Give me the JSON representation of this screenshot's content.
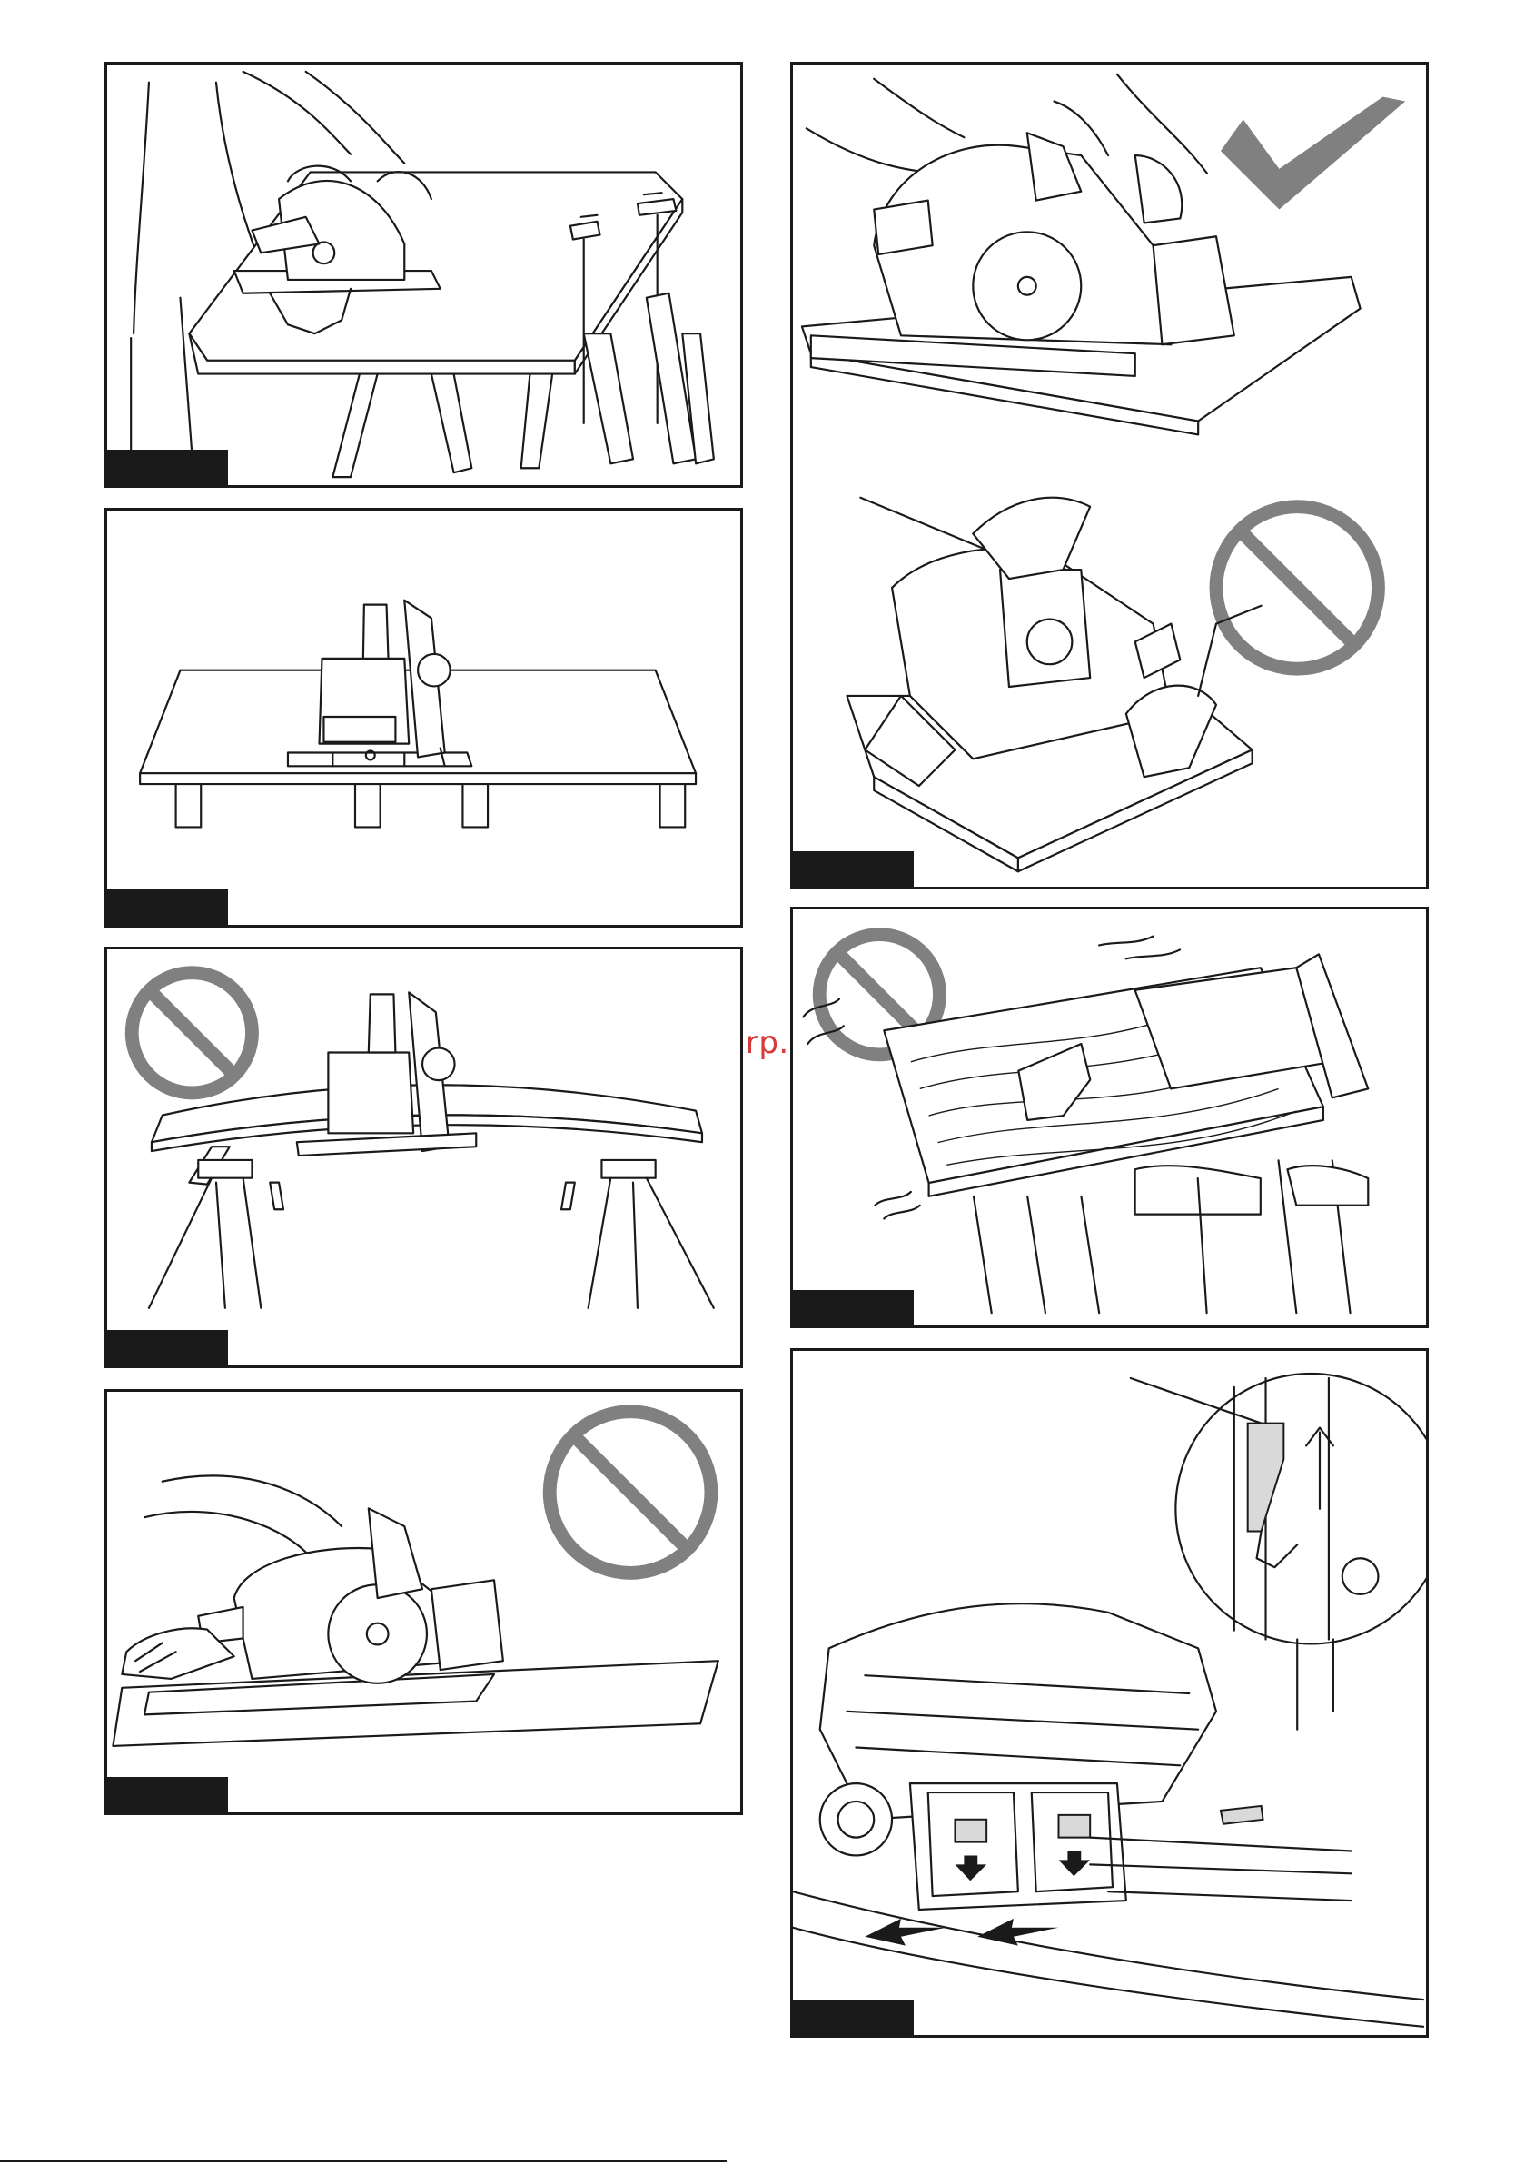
{
  "watermark": "McGrp.Ru",
  "colors": {
    "line": "#1a1a1a",
    "prohibition_sign": "#808080",
    "check_mark": "#808080",
    "watermark": "#d63a3a",
    "figure_tab": "#1a1a1a"
  },
  "figures": [
    {
      "id": "fig-1",
      "description_icon": "saw-cutting-clamped-board-on-sawhorses",
      "sign": "none"
    },
    {
      "id": "fig-2",
      "description_icon": "board-supported-near-cut-line",
      "sign": "none"
    },
    {
      "id": "fig-3",
      "description_icon": "board-sagging-between-supports",
      "sign": "prohibition-icon"
    },
    {
      "id": "fig-4",
      "description_icon": "hand-in-front-of-saw",
      "sign": "prohibition-icon"
    },
    {
      "id": "fig-5",
      "description_icon": "correct-grip-and-wrong-grip",
      "sign": "check-and-prohibition-icon"
    },
    {
      "id": "fig-6",
      "description_icon": "kickback-board-lifting",
      "sign": "prohibition-icon"
    },
    {
      "id": "fig-7",
      "description_icon": "battery-removal-with-lock-lever",
      "sign": "none"
    }
  ]
}
